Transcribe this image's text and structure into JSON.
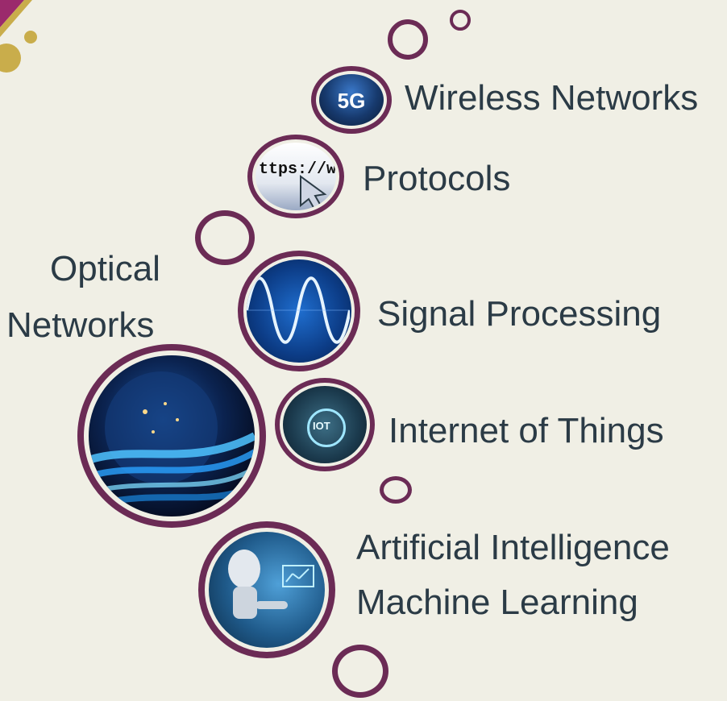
{
  "topics": {
    "wireless": {
      "label": "Wireless Networks",
      "icon_text": "5G",
      "icon": "5g-icon"
    },
    "protocols": {
      "label": "Protocols",
      "icon_text": "ttps://w",
      "icon": "https-browser-icon"
    },
    "optical": {
      "label_line1": "Optical",
      "label_line2": "Networks",
      "icon": "fiber-globe-icon"
    },
    "signal": {
      "label": "Signal Processing",
      "icon": "sine-wave-icon"
    },
    "iot": {
      "label": "Internet of Things",
      "icon_text": "IOT",
      "icon": "iot-icon"
    },
    "ai": {
      "label_line1": "Artificial Intelligence",
      "label_line2": "Machine Learning",
      "icon": "robot-icon"
    }
  },
  "colors": {
    "background": "#f0efe5",
    "ring": "#6b2b55",
    "text": "#2b3b46",
    "accent_gold": "#c9ad4b",
    "accent_magenta": "#9b2a6c"
  }
}
